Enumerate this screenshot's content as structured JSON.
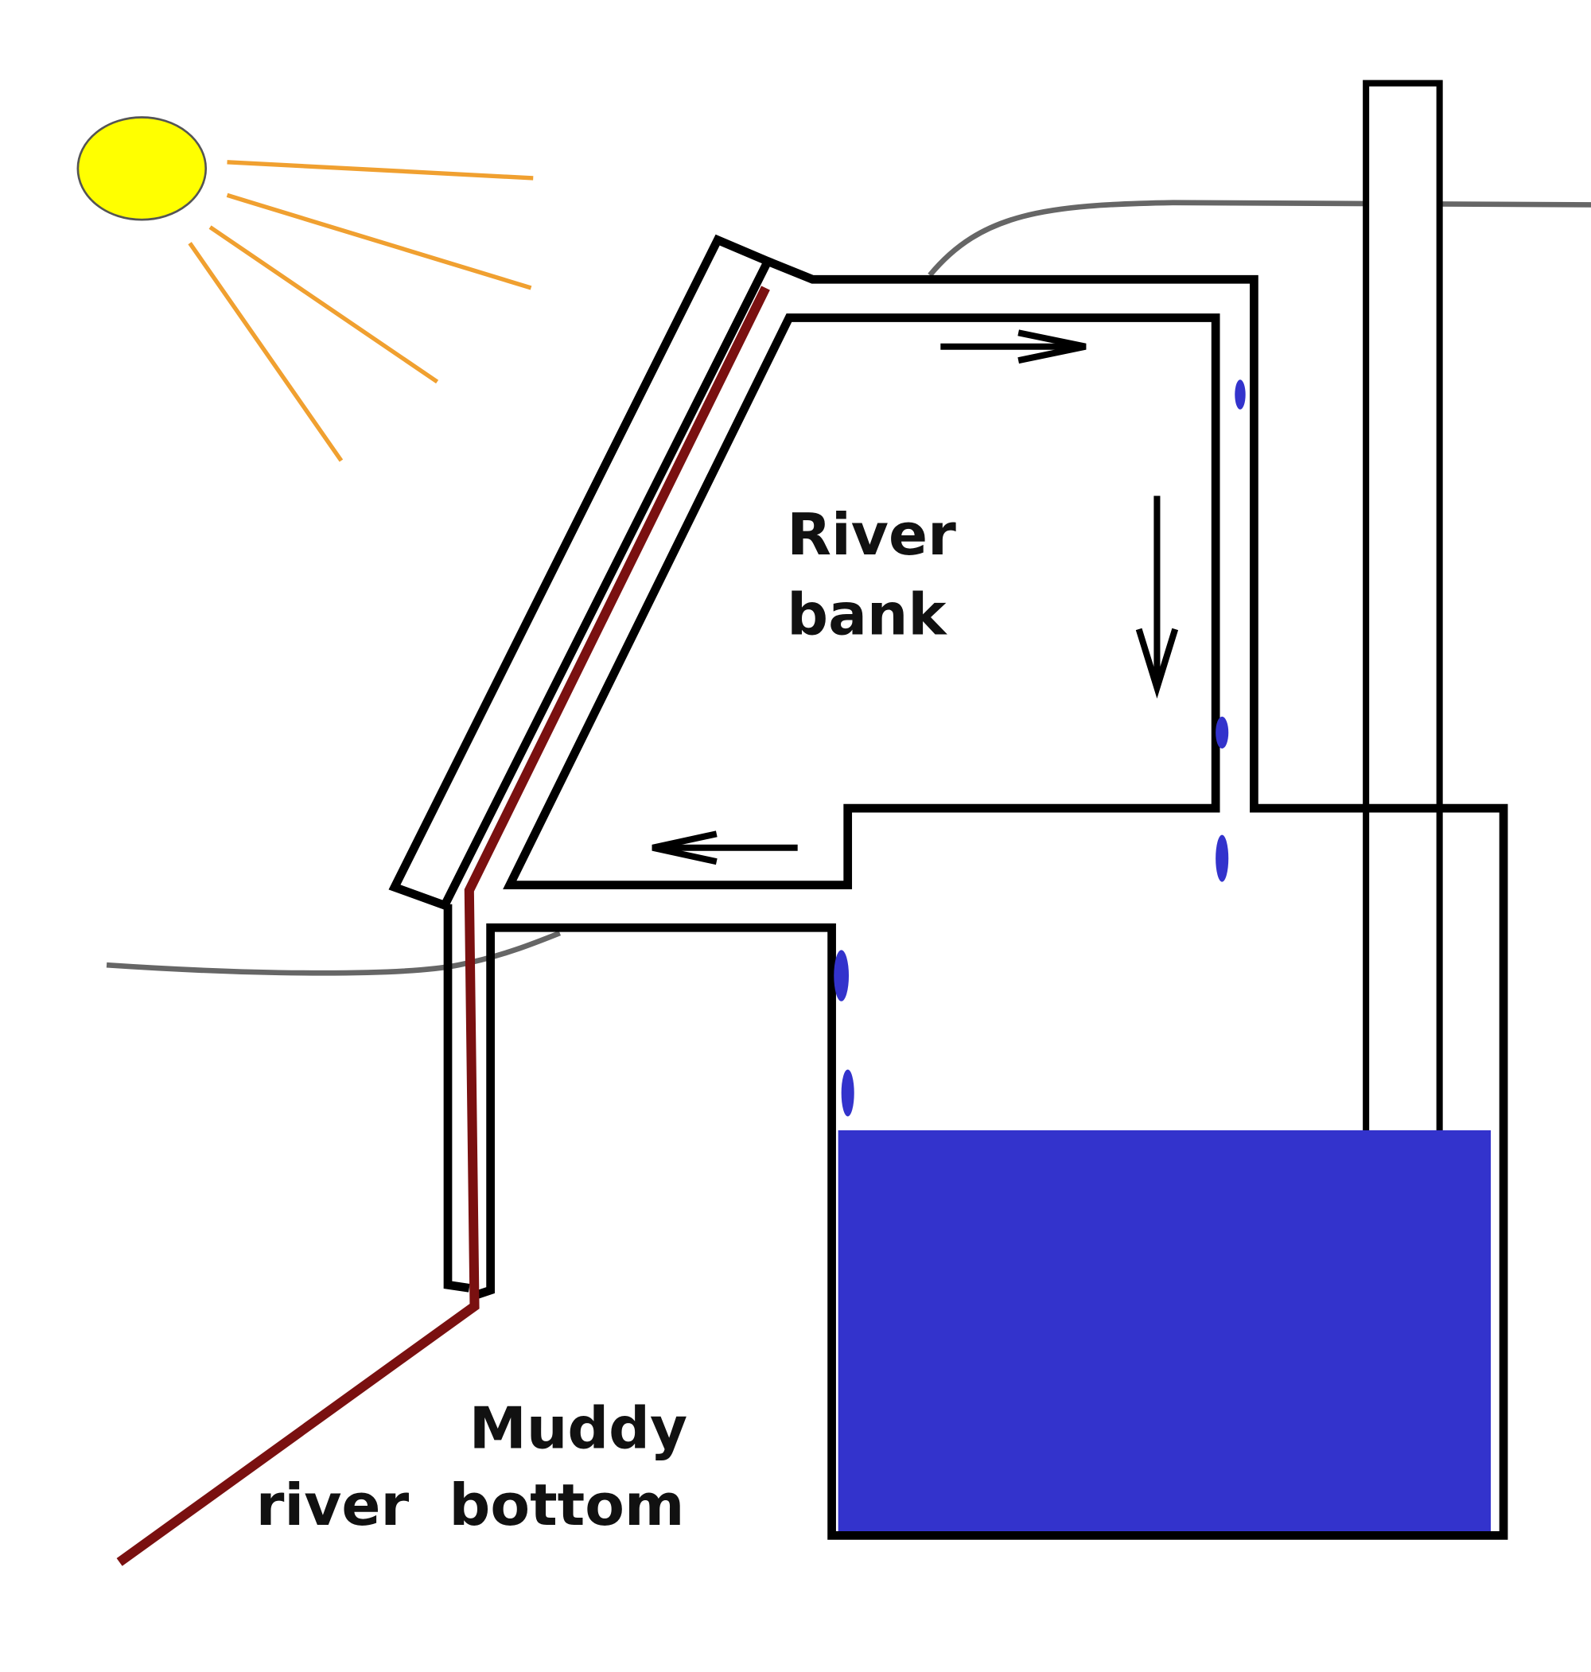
{
  "labels": {
    "river_bank_line1": "River",
    "river_bank_line2": "bank",
    "muddy_line1": "Muddy",
    "muddy_line2": "river  bottom"
  },
  "colors": {
    "sun": "#ffff00",
    "rays": "#f0a030",
    "water": "#3333cc",
    "collector_pipe": "#7a1010",
    "outline": "#000000",
    "ground": "#666666",
    "droplet": "#3333cc"
  }
}
